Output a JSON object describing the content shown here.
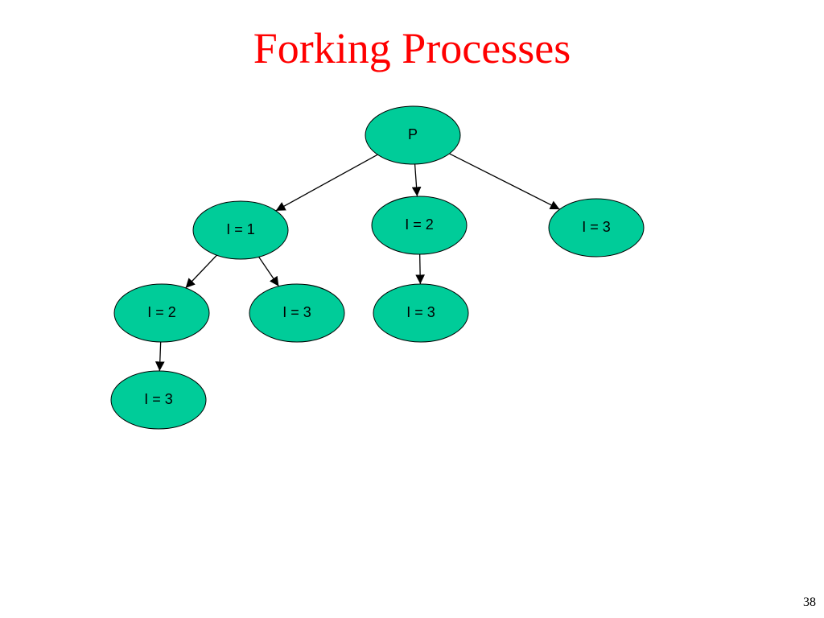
{
  "slide": {
    "title": "Forking Processes",
    "page_number": "38"
  },
  "colors": {
    "title": "#ff0000",
    "node_fill": "#00cc99",
    "node_stroke": "#000000",
    "edge": "#000000"
  },
  "tree": {
    "nodes": [
      {
        "id": "p",
        "label": "P"
      },
      {
        "id": "a1",
        "label": "I = 1"
      },
      {
        "id": "a2",
        "label": "I = 2"
      },
      {
        "id": "a3",
        "label": "I = 3"
      },
      {
        "id": "b2",
        "label": "I = 2"
      },
      {
        "id": "b3",
        "label": "I = 3"
      },
      {
        "id": "c3",
        "label": "I = 3"
      },
      {
        "id": "d3",
        "label": "I = 3"
      }
    ],
    "edges": [
      {
        "from": "p",
        "to": "a1"
      },
      {
        "from": "p",
        "to": "a2"
      },
      {
        "from": "p",
        "to": "a3"
      },
      {
        "from": "a1",
        "to": "b2"
      },
      {
        "from": "a1",
        "to": "b3"
      },
      {
        "from": "a2",
        "to": "c3"
      },
      {
        "from": "b2",
        "to": "d3"
      }
    ]
  }
}
